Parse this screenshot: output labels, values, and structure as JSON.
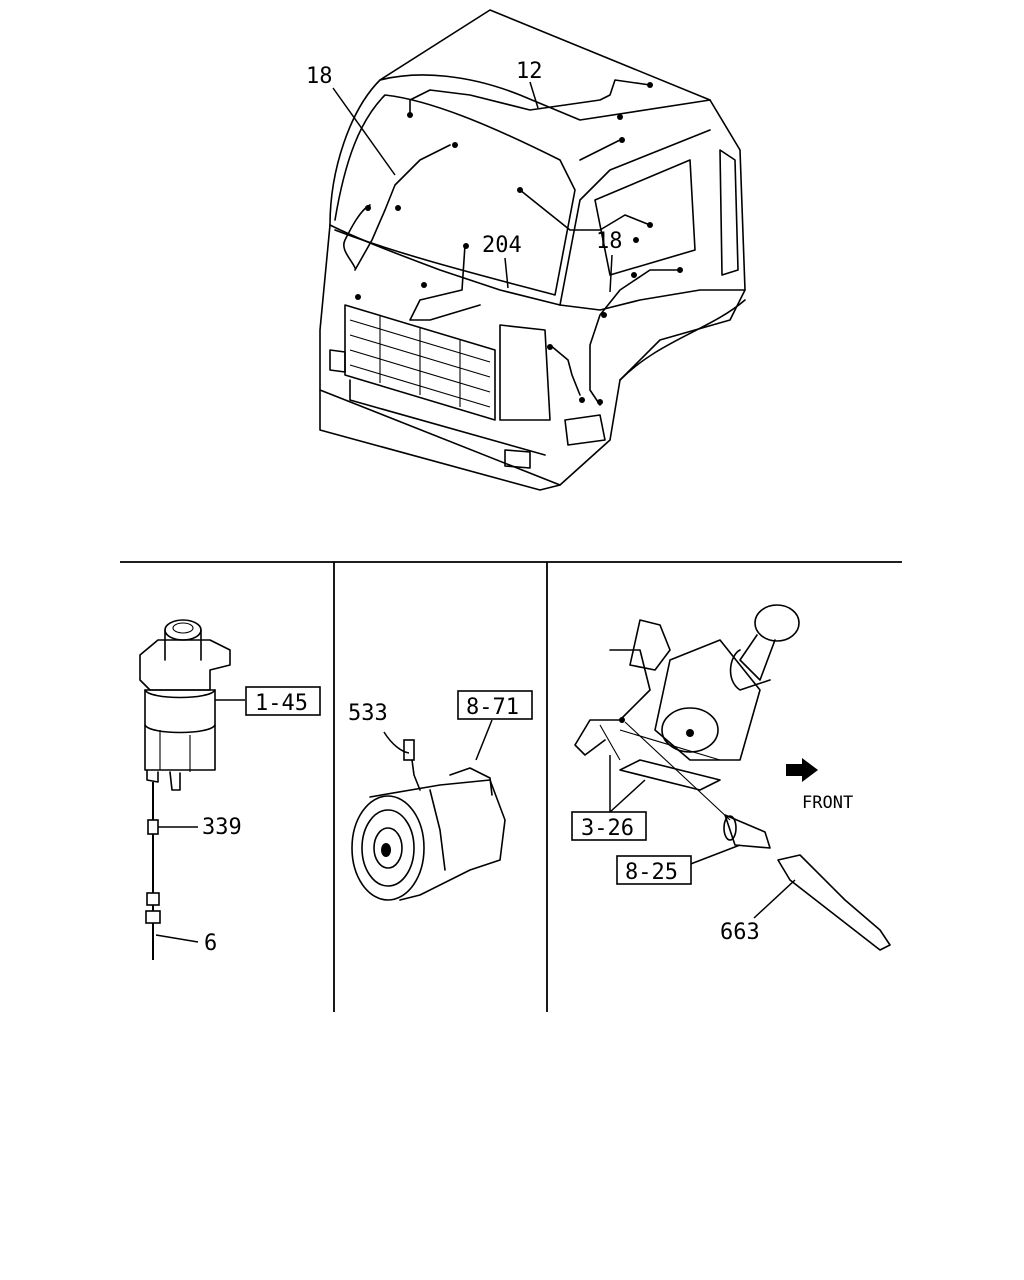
{
  "callouts": {
    "cab_harness_left": "18",
    "cab_harness_roof": "12",
    "cab_harness_dash": "204",
    "cab_harness_right": "18",
    "fuel_filter_boxed": "1-45",
    "fuel_filter_clip": "339",
    "fuel_filter_wire": "6",
    "compressor_harness": "533",
    "compressor_boxed": "8-71",
    "pump_boxed": "3-26",
    "switch_boxed": "8-25",
    "switch_connector": "663"
  },
  "direction": {
    "front_label": "FRONT"
  }
}
